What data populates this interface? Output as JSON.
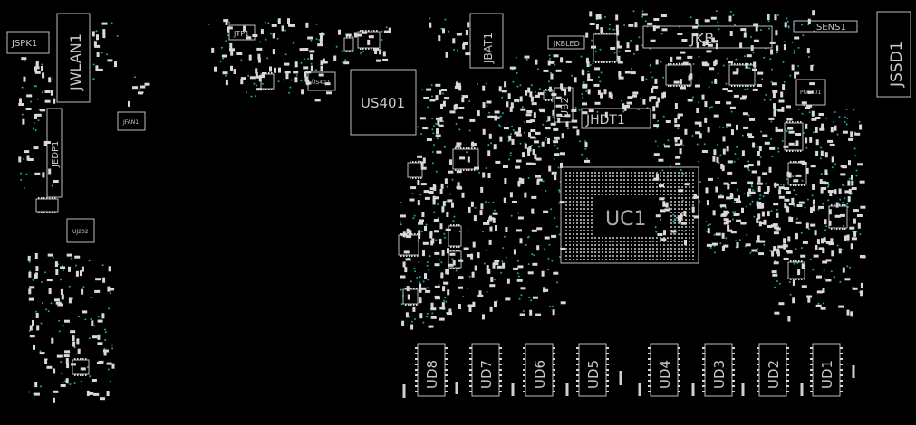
{
  "app": {
    "view": "PCB boardview"
  },
  "connectors": {
    "jspk1": "JSPK1",
    "jwlan1": "JWLAN1",
    "jedp1": "JEDP1",
    "jtp1": "JTP1",
    "jfan1": "JFAN1",
    "jbat1": "JBAT1",
    "jkbled": "JKBLED",
    "jkb": "JKB",
    "jsens1": "JSENS1",
    "jssd1": "JSSD1",
    "jhdt1": "JHDT1"
  },
  "chips": {
    "us401": "US401",
    "uc1": "UC1",
    "ub2": "UB2",
    "uj202": "UJ202",
    "us402": "US402",
    "pu1401": "PU1401"
  },
  "memory": [
    "UD8",
    "UD7",
    "UD6",
    "UD5",
    "UD4",
    "UD3",
    "UD2",
    "UD1"
  ],
  "colors": {
    "background": "#000000",
    "outline": "#bdbdbd",
    "via": "#1aa6a6"
  }
}
